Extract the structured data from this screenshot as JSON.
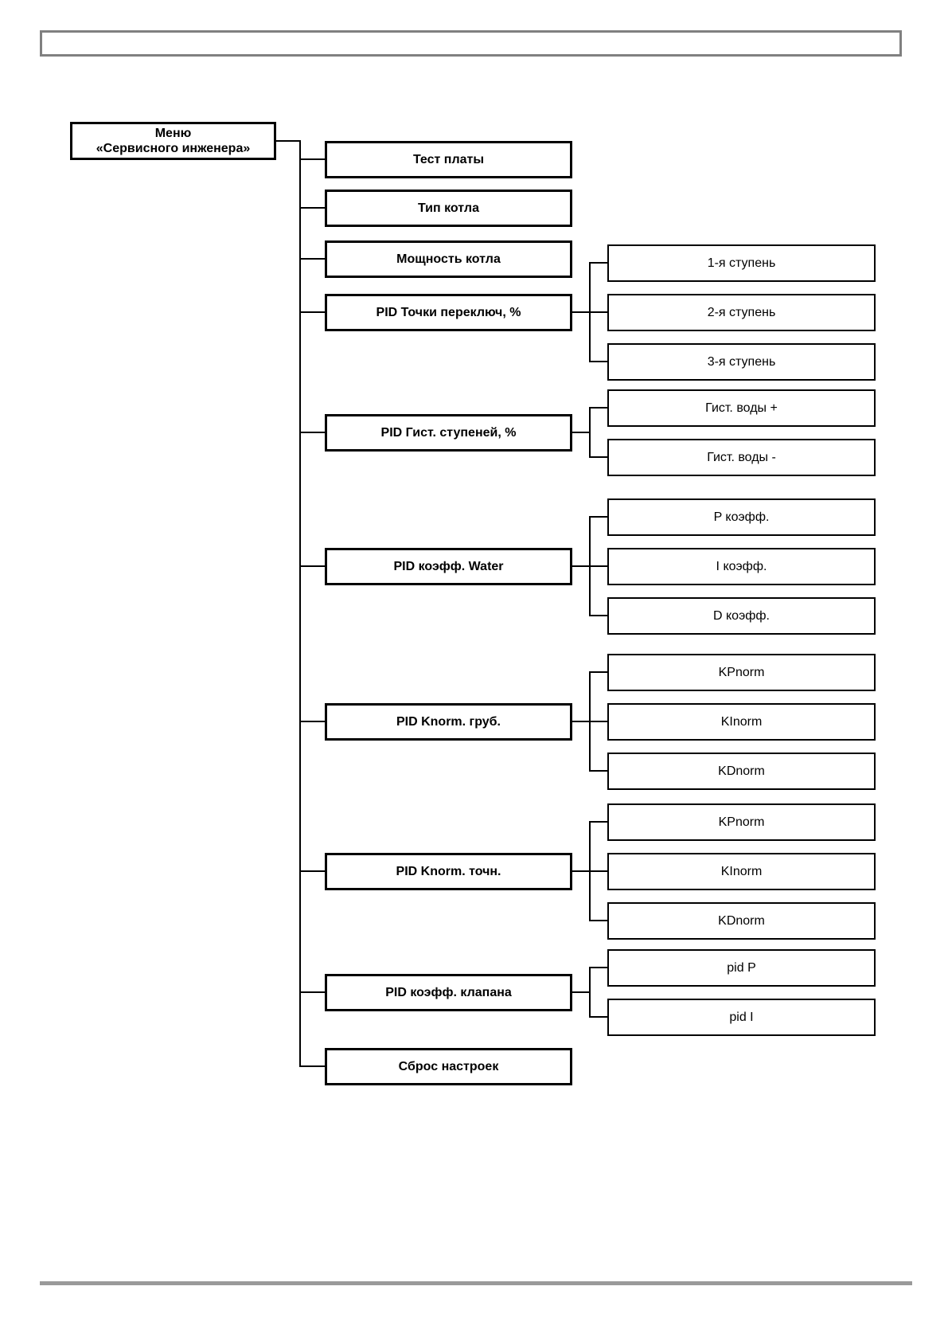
{
  "page": {
    "header_box_text": "",
    "colors": {
      "line": "#000000",
      "header_border": "#808080",
      "footer_rule": "#9a9a9a",
      "background": "#ffffff"
    }
  },
  "diagram": {
    "root": {
      "line1": "Меню",
      "line2": "«Сервисного инженера»"
    },
    "items": [
      {
        "label": "Тест платы"
      },
      {
        "label": "Тип котла"
      },
      {
        "label": "Мощность котла"
      },
      {
        "label": "PID Точки переключ, %",
        "children": [
          "1-я ступень",
          "2-я ступень",
          "3-я ступень"
        ]
      },
      {
        "label": "PID Гист. ступеней, %",
        "children": [
          "Гист. воды +",
          "Гист. воды -"
        ]
      },
      {
        "label": "PID коэфф. Water",
        "children": [
          "P коэфф.",
          "I коэфф.",
          "D коэфф."
        ]
      },
      {
        "label": "PID Knorm. груб.",
        "children": [
          "KPnorm",
          "KInorm",
          "KDnorm"
        ]
      },
      {
        "label": "PID Knorm. точн.",
        "children": [
          "KPnorm",
          "KInorm",
          "KDnorm"
        ]
      },
      {
        "label": "PID коэфф. клапана",
        "children": [
          "pid P",
          "pid I"
        ]
      },
      {
        "label": "Сброс настроек"
      }
    ]
  }
}
